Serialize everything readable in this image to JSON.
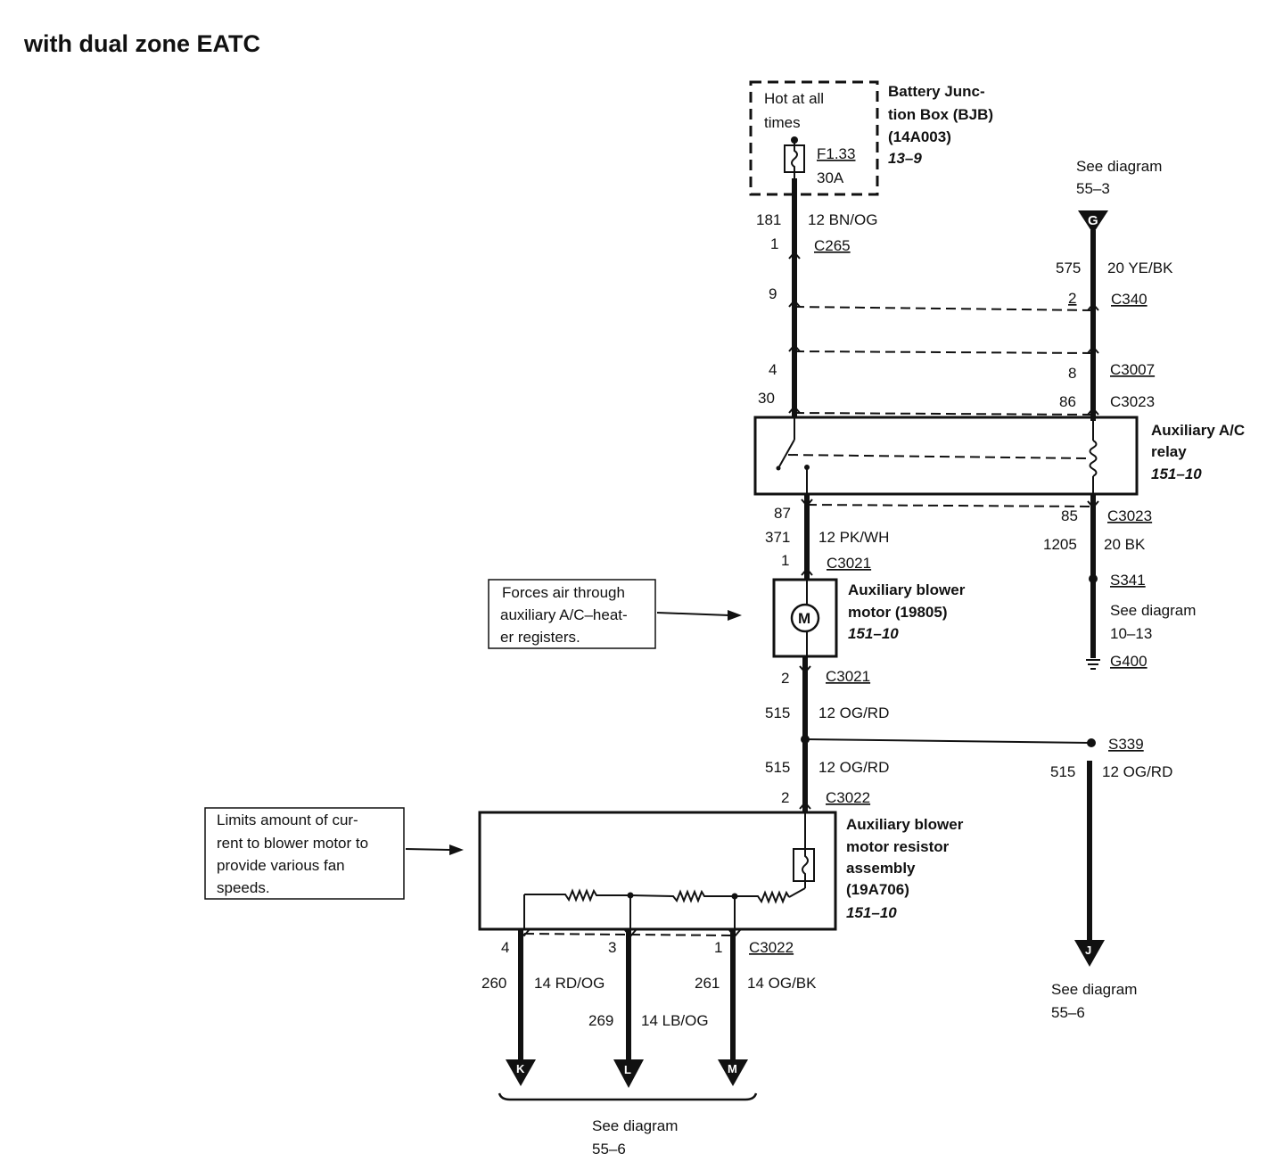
{
  "title": "with dual zone EATC",
  "bjb": {
    "hot_line1": "Hot at all",
    "hot_line2": "times",
    "fuse_id": "F1.33",
    "fuse_rating": "30A",
    "name_line1": "Battery Junc-",
    "name_line2": "tion Box (BJB)",
    "name_line3": "(14A003)",
    "ref": "13–9"
  },
  "see_diagram_top": {
    "line1": "See diagram",
    "line2": "55–3",
    "connector": "G"
  },
  "left_wire": {
    "circuit": "181",
    "gauge_color": "12 BN/OG",
    "c265_pin": "1",
    "c265": "C265",
    "c340_pin": "9",
    "c3007_pin": "4",
    "c3023_pin": "30"
  },
  "right_wire": {
    "circuit": "575",
    "gauge_color": "20 YE/BK",
    "c340_pin": "2",
    "c340": "C340",
    "c3007_pin": "8",
    "c3007": "C3007",
    "c3023_pin": "86",
    "c3023": "C3023"
  },
  "relay": {
    "name_line1": "Auxiliary A/C",
    "name_line2": "relay",
    "ref": "151–10"
  },
  "relay_out_left": {
    "pin": "87",
    "circuit": "371",
    "gauge_color": "12 PK/WH",
    "c3021_pin": "1",
    "c3021": "C3021"
  },
  "relay_out_right": {
    "pin": "85",
    "c3023": "C3023",
    "circuit": "1205",
    "gauge_color": "20 BK",
    "splice": "S341",
    "see_line1": "See diagram",
    "see_line2": "10–13",
    "ground": "G400"
  },
  "motor": {
    "name_line1": "Auxiliary blower",
    "name_line2": "motor (19805)",
    "ref": "151–10",
    "symbol": "M",
    "note_line1": "Forces air through",
    "note_line2": "auxiliary A/C–heat-",
    "note_line3": "er registers.",
    "out_pin": "2",
    "out_conn": "C3021"
  },
  "mid_wire": {
    "circuit": "515",
    "gauge_color": "12 OG/RD"
  },
  "splice_s339": {
    "label": "S339",
    "circuit": "515",
    "gauge_color": "12 OG/RD"
  },
  "lower_wire": {
    "circuit": "515",
    "gauge_color": "12 OG/RD",
    "pin": "2",
    "conn": "C3022"
  },
  "resistor": {
    "name_line1": "Auxiliary blower",
    "name_line2": "motor resistor",
    "name_line3": "assembly",
    "name_line4": "(19A706)",
    "ref": "151–10",
    "note_line1": "Limits amount of cur-",
    "note_line2": "rent to blower motor to",
    "note_line3": "provide various fan",
    "note_line4": "speeds."
  },
  "outputs": {
    "conn": "C3022",
    "k": {
      "pin": "4",
      "circuit": "260",
      "gauge_color": "14 RD/OG",
      "letter": "K"
    },
    "l": {
      "pin": "3",
      "circuit": "269",
      "gauge_color": "14 LB/OG",
      "letter": "L"
    },
    "m": {
      "pin": "1",
      "circuit": "261",
      "gauge_color": "14 OG/BK",
      "letter": "M"
    }
  },
  "see_diagram_j": {
    "line1": "See diagram",
    "line2": "55–6",
    "letter": "J"
  },
  "see_diagram_bottom": {
    "line1": "See diagram",
    "line2": "55–6"
  }
}
